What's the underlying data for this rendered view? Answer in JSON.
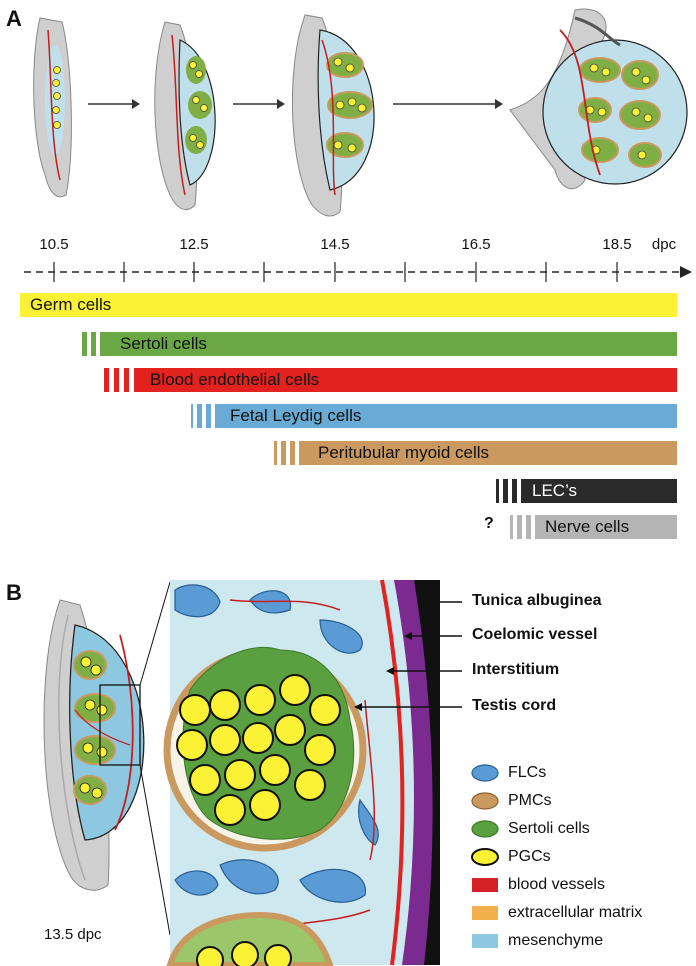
{
  "panel_a": {
    "letter": "A",
    "timeline": {
      "ticks": [
        "10.5",
        "12.5",
        "14.5",
        "16.5",
        "18.5"
      ],
      "unit": "dpc"
    },
    "bars": [
      {
        "label": "Germ cells",
        "color": "#fbf235"
      },
      {
        "label": "Sertoli cells",
        "color": "#6aa845"
      },
      {
        "label": "Blood endothelial cells",
        "color": "#e1221e"
      },
      {
        "label": "Fetal Leydig cells",
        "color": "#69abd4"
      },
      {
        "label": "Peritubular myoid cells",
        "color": "#c9995f"
      },
      {
        "label": "LEC’s",
        "color": "#2a2a2a"
      },
      {
        "label": "Nerve cells",
        "color": "#b4b4b4"
      }
    ],
    "unknown_marker": "?"
  },
  "panel_b": {
    "letter": "B",
    "stage_label": "13.5 dpc",
    "callouts": [
      "Tunica albuginea",
      "Coelomic vessel",
      "Interstitium",
      "Testis cord"
    ],
    "legend": [
      {
        "label": "FLCs",
        "color": "#5b9bd5"
      },
      {
        "label": "PMCs",
        "color": "#c9995f"
      },
      {
        "label": "Sertoli cells",
        "color": "#5aa040"
      },
      {
        "label": "PGCs",
        "color": "#fbf235"
      },
      {
        "label": "blood vessels",
        "color": "#d42027"
      },
      {
        "label": "extracellular matrix",
        "color": "#f2b04c"
      },
      {
        "label": "mesenchyme",
        "color": "#8ec8e0"
      }
    ]
  }
}
